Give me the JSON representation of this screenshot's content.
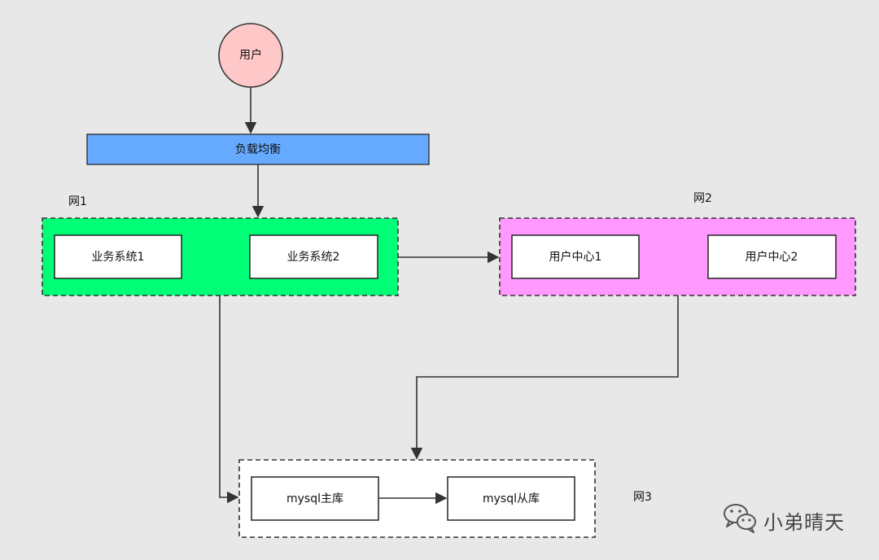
{
  "colors": {
    "background": "#e8e8e8",
    "user": "#ffc8c8",
    "load_balancer": "#66aaff",
    "net1": "#00ff77",
    "net2": "#ff99ff",
    "net3": "#ffffff"
  },
  "user": {
    "label": "用户"
  },
  "load_balancer": {
    "label": "负载均衡"
  },
  "net1": {
    "label": "网1",
    "systems": [
      "业务系统1",
      "业务系统2"
    ]
  },
  "net2": {
    "label": "网2",
    "centers": [
      "用户中心1",
      "用户中心2"
    ]
  },
  "net3": {
    "label": "网3",
    "master": "mysql主库",
    "slave": "mysql从库"
  },
  "watermark": {
    "text": "小弟晴天",
    "icon": "wechat-icon"
  }
}
